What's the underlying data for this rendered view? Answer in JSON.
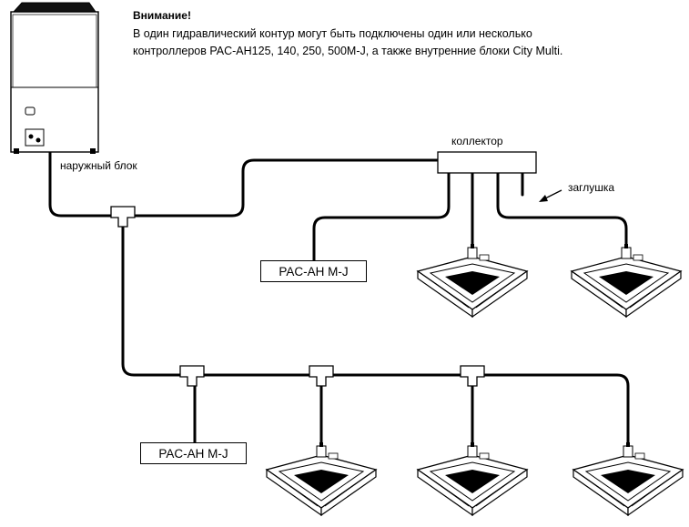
{
  "notice": {
    "title": "Внимание!",
    "line1": "В один гидравлический контур могут быть подключены один или несколько",
    "line2": "контроллеров PAC-AH125, 140, 250, 500M-J, а также внутренние блоки City Multi."
  },
  "labels": {
    "outdoor_unit": "наружный блок",
    "collector": "коллектор",
    "plug": "заглушка",
    "controller_upper": "PAC-AH M-J",
    "controller_lower": "PAC-AH M-J"
  },
  "colors": {
    "line": "#000000",
    "unit_fill": "#ffffff"
  },
  "icons": {
    "outdoor_unit": "outdoor-unit-icon",
    "indoor_unit": "cassette-indoor-unit-icon",
    "branch": "tee-branch-icon",
    "collector": "collector-icon"
  }
}
